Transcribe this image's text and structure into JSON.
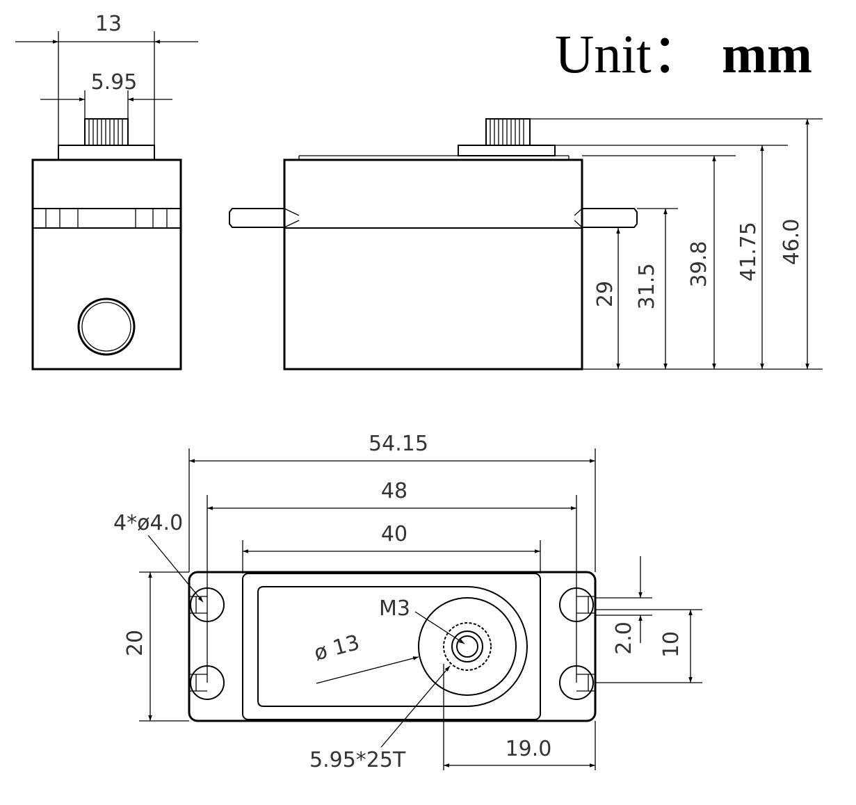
{
  "unit": {
    "label": "Unit：",
    "value": "mm"
  },
  "end_view": {
    "total_width": "13",
    "spline_width": "5.95"
  },
  "side_view": {
    "heights": [
      "29",
      "31.5",
      "39.8",
      "41.75",
      "46.0"
    ]
  },
  "top_view": {
    "overall_length": "54.15",
    "hole_spacing": "48",
    "body_length": "40",
    "body_width": "20",
    "mount_holes": "4*ø4.0",
    "screw": "M3",
    "horn_diameter": "ø 13",
    "spline": "5.95*25T",
    "output_offset": "19.0",
    "slot_width": "2.0",
    "hole_spacing_y": "10"
  }
}
